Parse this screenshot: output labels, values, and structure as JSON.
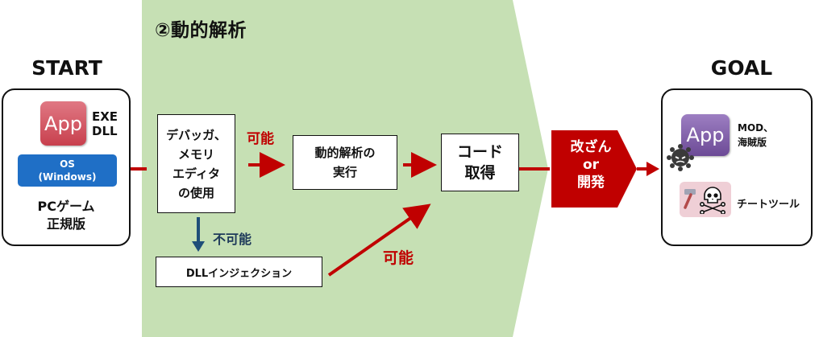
{
  "section": {
    "title": "②動的解析"
  },
  "start": {
    "label": "START",
    "app_icon": "App",
    "exe_lines": [
      "EXE",
      "DLL"
    ],
    "os_lines": [
      "OS",
      "(Windows)"
    ],
    "pc_lines": [
      "PCゲーム",
      "正規版"
    ]
  },
  "steps": {
    "debugger_lines": [
      "デバッガ、",
      "メモリ",
      "エディタ",
      "の使用"
    ],
    "exec_lines": [
      "動的解析の",
      "実行"
    ],
    "code_lines": [
      "コード",
      "取得"
    ],
    "dll": "DLLインジェクション"
  },
  "labels": {
    "possible_top": "可能",
    "impossible": "不可能",
    "possible_bottom": "可能"
  },
  "modify_lines": [
    "改ざん",
    "or",
    "開発"
  ],
  "goal": {
    "label": "GOAL",
    "app_icon": "App",
    "mod_lines": [
      "MOD、",
      "海賊版"
    ],
    "cheat_tool": "チートツール"
  },
  "colors": {
    "dynamic_zone": "#c6e0b4",
    "accent_red": "#c00000",
    "arrow_blue": "#1f4e79",
    "os_blue": "#1f6fc6",
    "app_red": "#d0505c",
    "app_purple": "#7b58a6"
  },
  "icons": [
    "app-icon",
    "os-windows-icon",
    "virus-icon",
    "tool-icon",
    "skull-icon"
  ]
}
